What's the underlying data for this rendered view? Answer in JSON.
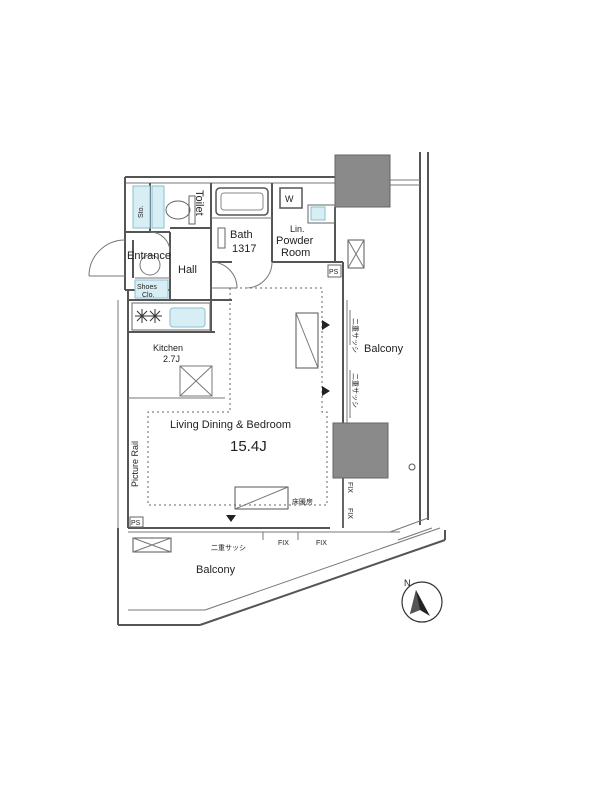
{
  "rooms": {
    "sto": "Sto.",
    "toilet": "Toilet",
    "bath": "Bath",
    "bath_size": "1317",
    "w": "W",
    "lin": "Lin.",
    "powder": "Powder",
    "room": "Room",
    "entrance": "Entrance",
    "hall": "Hall",
    "shoes": "Shoes",
    "clo": "Clo.",
    "kitchen": "Kitchen",
    "kitchen_size": "2.7J",
    "living": "Living Dining & Bedroom",
    "living_size": "15.4J",
    "balcony_east": "Balcony",
    "balcony_south": "Balcony",
    "picture_rail": "Picture Rail",
    "floor_heating": "床暖房"
  },
  "marks": {
    "ps": "PS",
    "double_sash": "二重サッシ",
    "fix": "FIX",
    "compass": "N"
  }
}
